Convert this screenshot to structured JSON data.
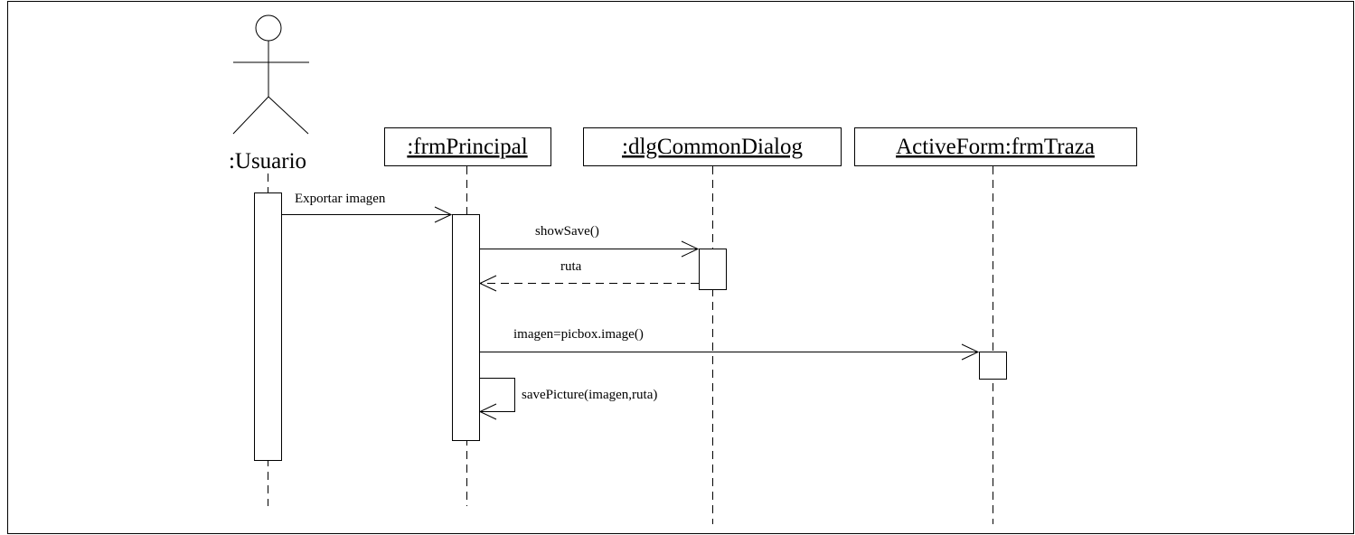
{
  "diagram": {
    "actor": {
      "label": ":Usuario"
    },
    "objects": {
      "frm_principal": ":frmPrincipal",
      "dlg_common_dialog": ":dlgCommonDialog",
      "active_form": "ActiveForm:frmTraza"
    },
    "messages": {
      "exportar": "Exportar imagen",
      "show_save": "showSave()",
      "ruta": "ruta",
      "imagen": "imagen=picbox.image()",
      "save_picture": "savePicture(imagen,ruta)"
    }
  }
}
